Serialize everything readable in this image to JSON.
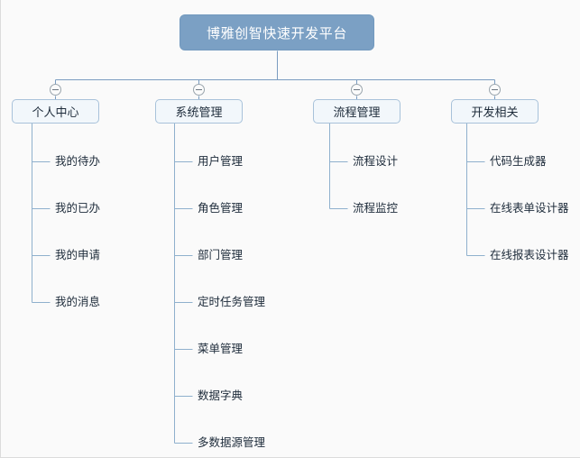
{
  "diagram": {
    "type": "mindmap-tree",
    "orientation": "top-down",
    "colors": {
      "root_fill": "#7BA0C4",
      "root_text": "#FFFFFF",
      "branch_fill": "#F2F7FB",
      "branch_border": "#A8C2DA",
      "connector": "#7A9CC0",
      "leaf_text": "#1D2B3A",
      "canvas_bg": "#FAFAFA"
    },
    "root": {
      "label": "博雅创智快速开发平台"
    },
    "branches": [
      {
        "label": "个人中心",
        "toggle_icon": "minus-circle-icon",
        "toggle_state": "expanded",
        "children": [
          {
            "label": "我的待办"
          },
          {
            "label": "我的已办"
          },
          {
            "label": "我的申请"
          },
          {
            "label": "我的消息"
          }
        ]
      },
      {
        "label": "系统管理",
        "toggle_icon": "minus-circle-icon",
        "toggle_state": "expanded",
        "children": [
          {
            "label": "用户管理"
          },
          {
            "label": "角色管理"
          },
          {
            "label": "部门管理"
          },
          {
            "label": "定时任务管理"
          },
          {
            "label": "菜单管理"
          },
          {
            "label": "数据字典"
          },
          {
            "label": "多数据源管理"
          }
        ]
      },
      {
        "label": "流程管理",
        "toggle_icon": "minus-circle-icon",
        "toggle_state": "expanded",
        "children": [
          {
            "label": "流程设计"
          },
          {
            "label": "流程监控"
          }
        ]
      },
      {
        "label": "开发相关",
        "toggle_icon": "minus-circle-icon",
        "toggle_state": "expanded",
        "children": [
          {
            "label": "代码生成器"
          },
          {
            "label": "在线表单设计器"
          },
          {
            "label": "在线报表设计器"
          }
        ]
      }
    ]
  }
}
